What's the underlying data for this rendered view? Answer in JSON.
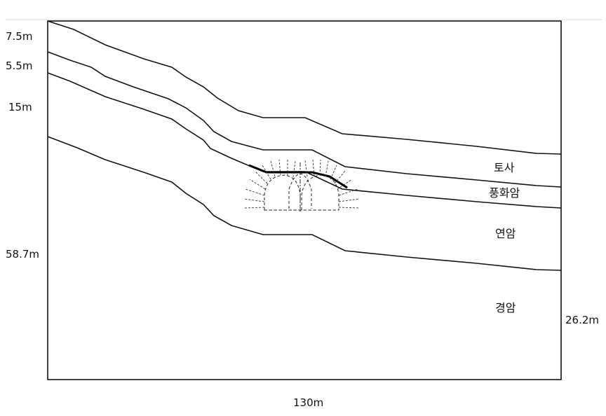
{
  "section": {
    "left_dimensions": {
      "top_soil": "7.5m",
      "weathered_rock": "5.5m",
      "soft_rock": "15m",
      "total_left": "58.7m"
    },
    "right_dimension": "26.2m",
    "bottom_dimension": "130m",
    "layers": {
      "soil": "토사",
      "weathered_rock": "풍화암",
      "soft_rock": "연암",
      "hard_rock": "경암"
    }
  }
}
